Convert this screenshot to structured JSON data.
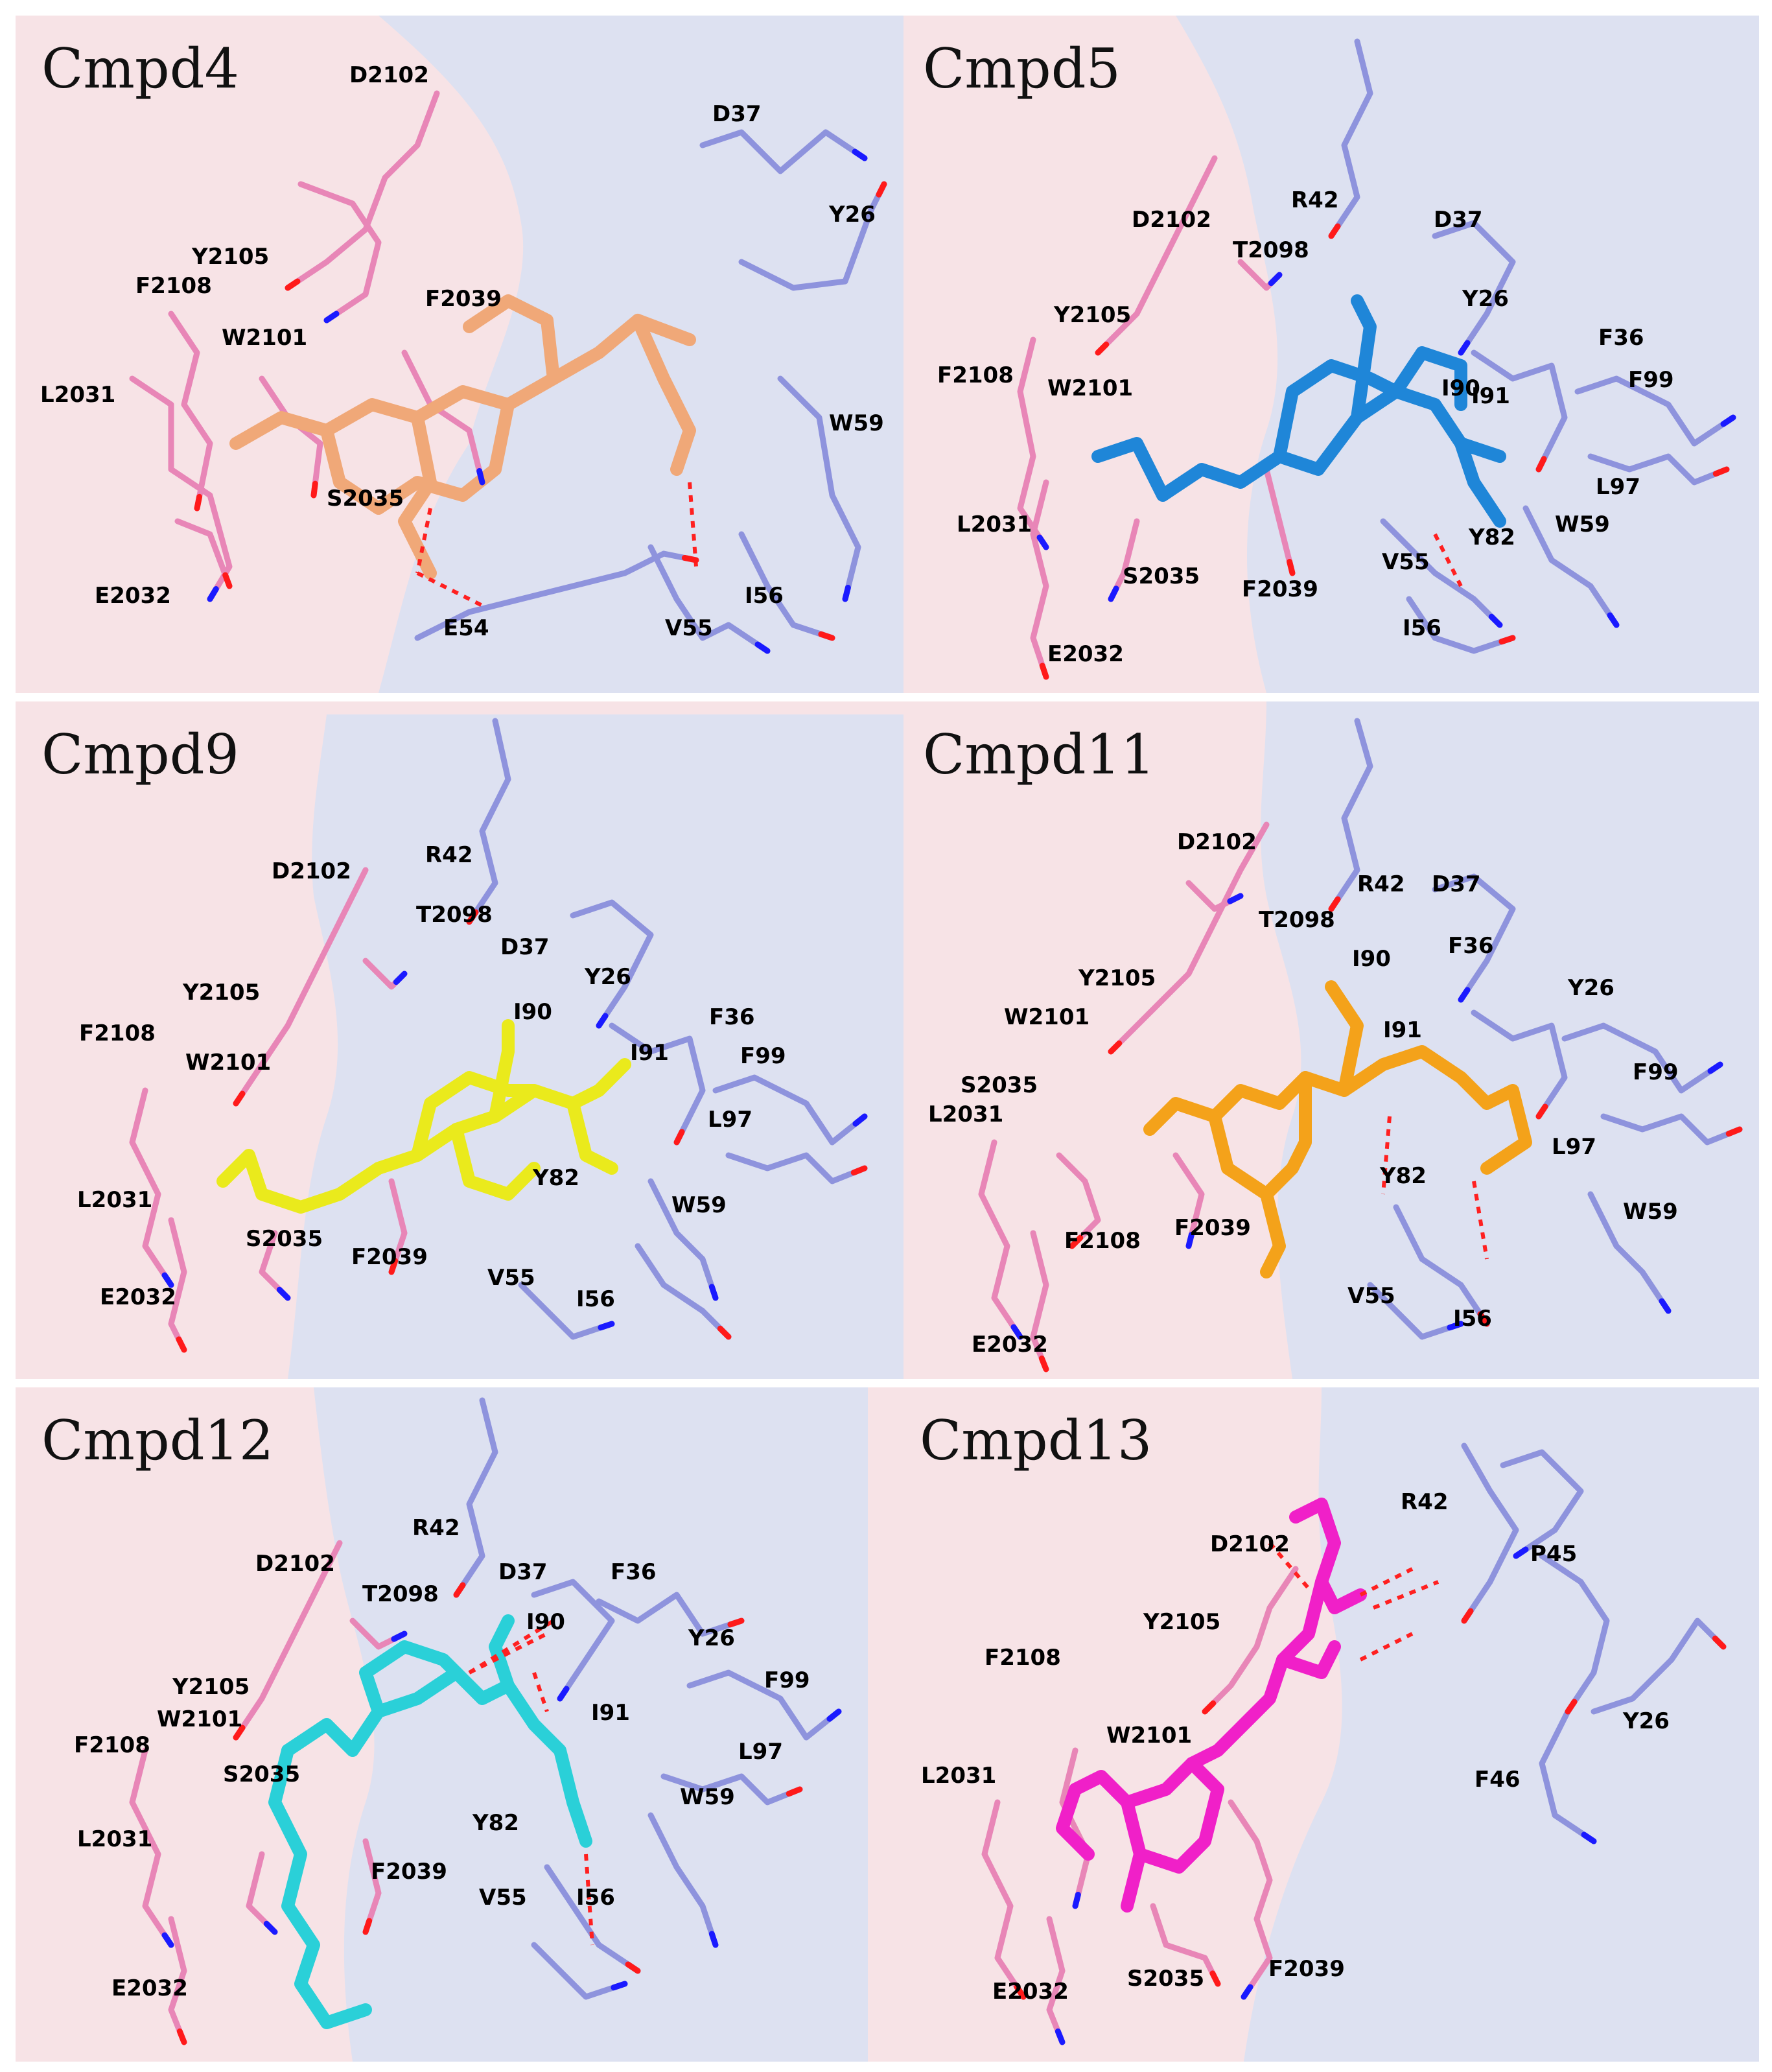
{
  "colors": {
    "pink_surface": "#f7e3e6",
    "blue_surface": "#dde1f1",
    "pink_residue": "#e886b7",
    "blue_residue": "#8e93dd",
    "oxygen": "#ff1a1a",
    "nitrogen": "#1a1aff",
    "hbond": "#ff2020"
  },
  "panels": [
    {
      "title": "Cmpd4",
      "ligand_color": "#f0a878",
      "labels": [
        "D2102",
        "D37",
        "Y26",
        "Y2105",
        "F2108",
        "F2039",
        "W2101",
        "L2031",
        "W59",
        "S2035",
        "E2032",
        "I56",
        "V55",
        "E54"
      ]
    },
    {
      "title": "Cmpd5",
      "ligand_color": "#1f86d8",
      "labels": [
        "R42",
        "D2102",
        "D37",
        "T2098",
        "Y26",
        "Y2105",
        "F36",
        "F2108",
        "F99",
        "W2101",
        "I90",
        "I91",
        "L97",
        "L2031",
        "W59",
        "Y82",
        "V55",
        "S2035",
        "F2039",
        "I56",
        "E2032"
      ]
    },
    {
      "title": "Cmpd9",
      "ligand_color": "#eaea1c",
      "labels": [
        "R42",
        "D2102",
        "T2098",
        "D37",
        "Y26",
        "Y2105",
        "I90",
        "F36",
        "F2108",
        "I91",
        "F99",
        "W2101",
        "L97",
        "Y82",
        "W59",
        "L2031",
        "S2035",
        "F2039",
        "V55",
        "E2032",
        "I56"
      ]
    },
    {
      "title": "Cmpd11",
      "ligand_color": "#f4a21a",
      "labels": [
        "D2102",
        "R42",
        "D37",
        "T2098",
        "F36",
        "I90",
        "Y26",
        "Y2105",
        "W2101",
        "I91",
        "F99",
        "S2035",
        "L97",
        "L2031",
        "Y82",
        "W59",
        "F2108",
        "F2039",
        "V55",
        "I56",
        "E2032"
      ]
    },
    {
      "title": "Cmpd12",
      "ligand_color": "#2ad0d8",
      "labels": [
        "R42",
        "D2102",
        "T2098",
        "D37",
        "F36",
        "I90",
        "Y26",
        "Y2105",
        "F99",
        "W2101",
        "I91",
        "F2108",
        "L97",
        "S2035",
        "W59",
        "Y82",
        "L2031",
        "F2039",
        "V55",
        "I56",
        "E2032"
      ]
    },
    {
      "title": "Cmpd13",
      "ligand_color": "#f020c8",
      "labels": [
        "R42",
        "D2102",
        "P45",
        "Y2105",
        "F2108",
        "Y26",
        "W2101",
        "F46",
        "L2031",
        "E2032",
        "S2035",
        "F2039"
      ]
    }
  ]
}
